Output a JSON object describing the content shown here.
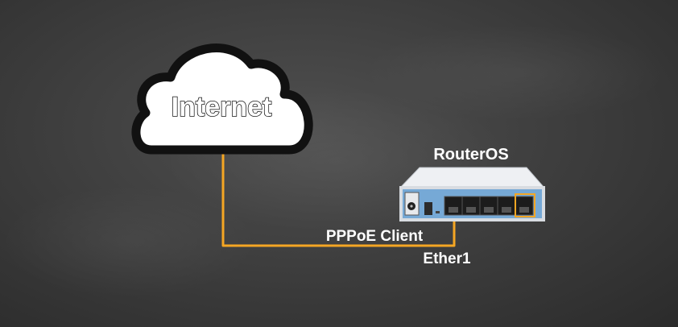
{
  "labels": {
    "internet": "Internet",
    "router": "RouterOS",
    "connection": "PPPoE Client",
    "port": "Ether1"
  },
  "colors": {
    "background": "#3f3f3f",
    "cable": "#f5a623",
    "cloud_fill": "#ffffff",
    "cloud_outline": "#111111",
    "router_body": "#dfe2e6",
    "router_panel": "#76a9d6",
    "port_highlight": "#f5a623"
  },
  "icons": {
    "cloud": "cloud-icon",
    "router": "router-icon"
  }
}
